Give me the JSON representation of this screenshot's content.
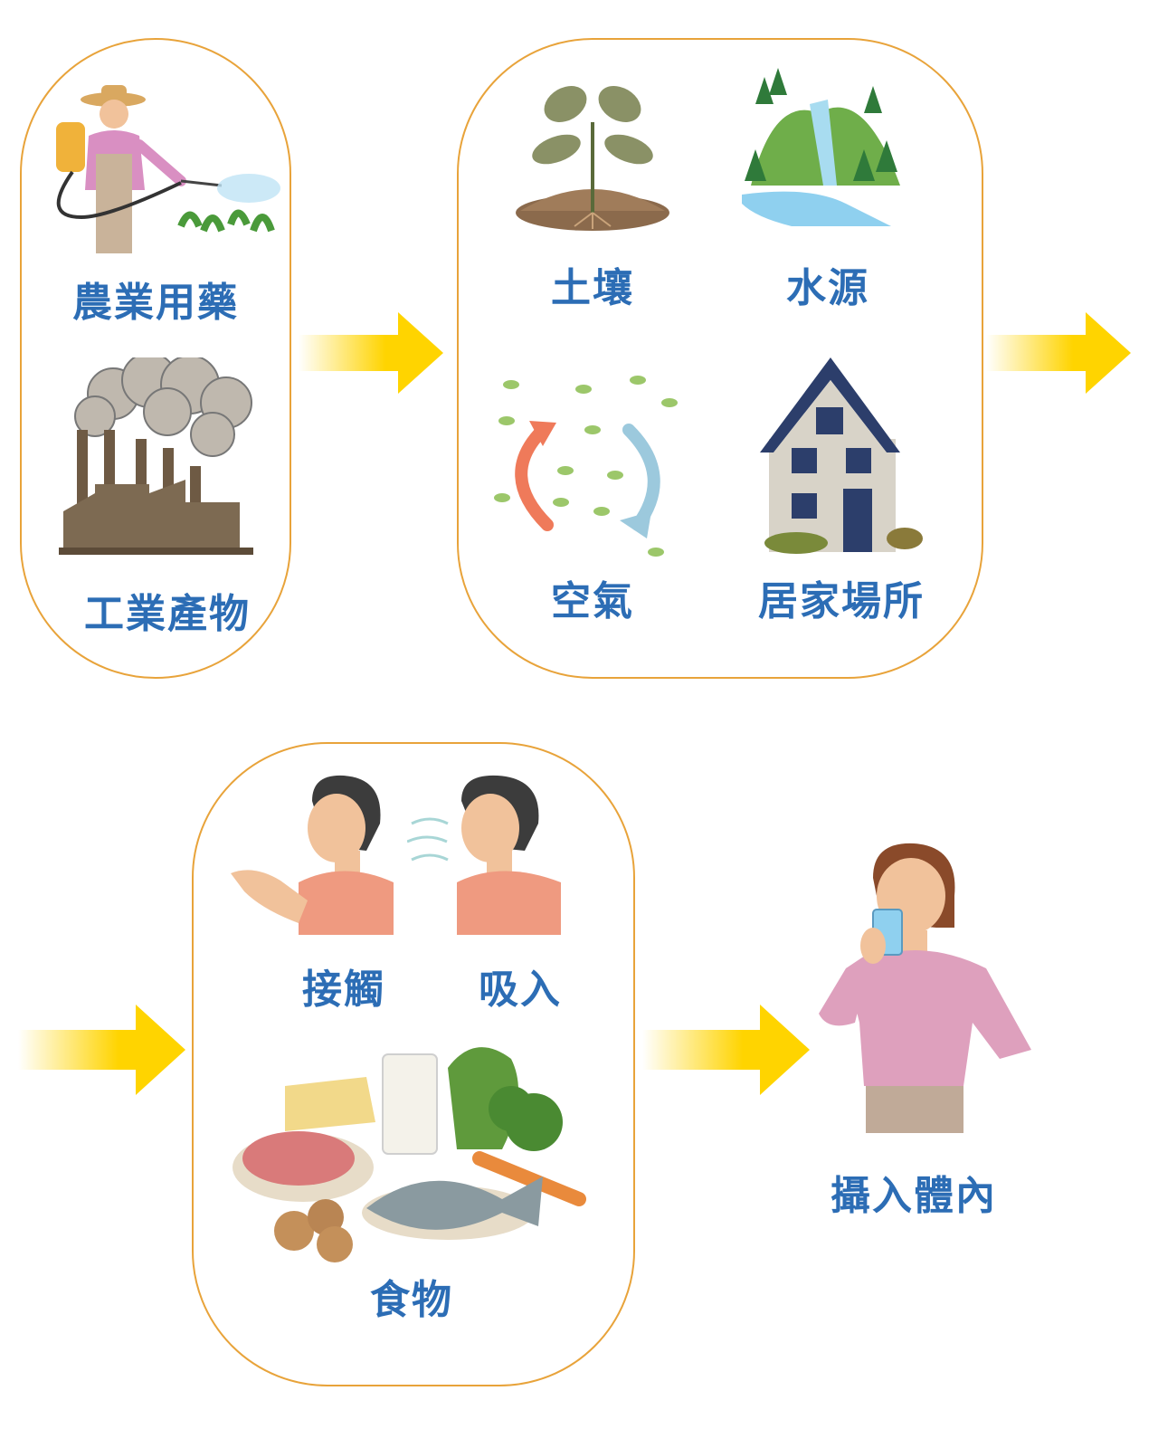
{
  "sources": {
    "agri": {
      "label": "農業用藥",
      "icon": "farmer-spraying-icon"
    },
    "industry": {
      "label": "工業產物",
      "icon": "factory-icon"
    }
  },
  "environment": {
    "soil": {
      "label": "土壤",
      "icon": "sprout-soil-icon"
    },
    "water": {
      "label": "水源",
      "icon": "waterfall-icon"
    },
    "air": {
      "label": "空氣",
      "icon": "air-cycle-icon"
    },
    "home": {
      "label": "居家場所",
      "icon": "house-icon"
    }
  },
  "exposure": {
    "contact": {
      "label": "接觸",
      "icon": "hand-contact-icon"
    },
    "inhale": {
      "label": "吸入",
      "icon": "breathing-icon"
    },
    "food": {
      "label": "食物",
      "icon": "food-platter-icon"
    }
  },
  "result": {
    "label": "攝入體內",
    "icon": "woman-drinking-icon"
  },
  "colors": {
    "pill_border": "#e8a33a",
    "label": "#2c6db5",
    "arrow": "#ffd400"
  }
}
